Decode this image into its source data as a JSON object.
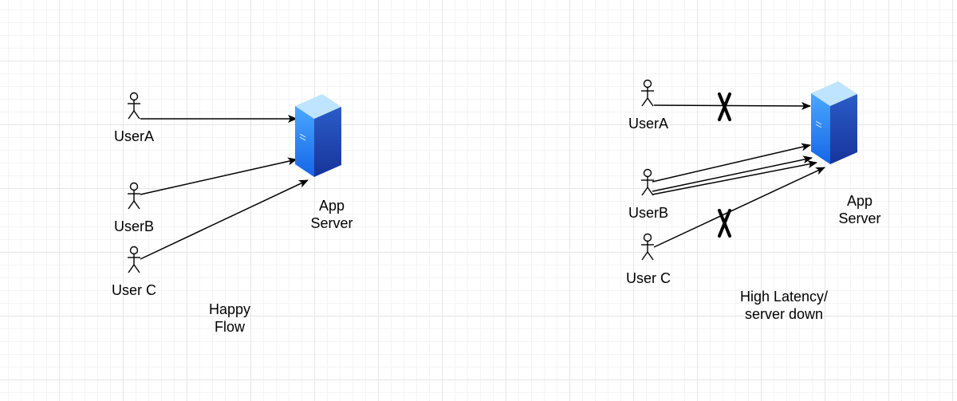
{
  "happy_flow": {
    "users": [
      "UserA",
      "UserB",
      "User C"
    ],
    "server_label_line1": "App",
    "server_label_line2": "Server",
    "caption_line1": "Happy",
    "caption_line2": "Flow"
  },
  "degraded_flow": {
    "users": [
      "UserA",
      "UserB",
      "User C"
    ],
    "server_label_line1": "App",
    "server_label_line2": "Server",
    "caption_line1": "High Latency/",
    "caption_line2": "server down"
  },
  "colors": {
    "grid": "#e6e6e6",
    "server_front": "#2f6fdf",
    "server_side": "#1b3f9e",
    "server_top": "#bfe0ff",
    "line": "#000000"
  }
}
